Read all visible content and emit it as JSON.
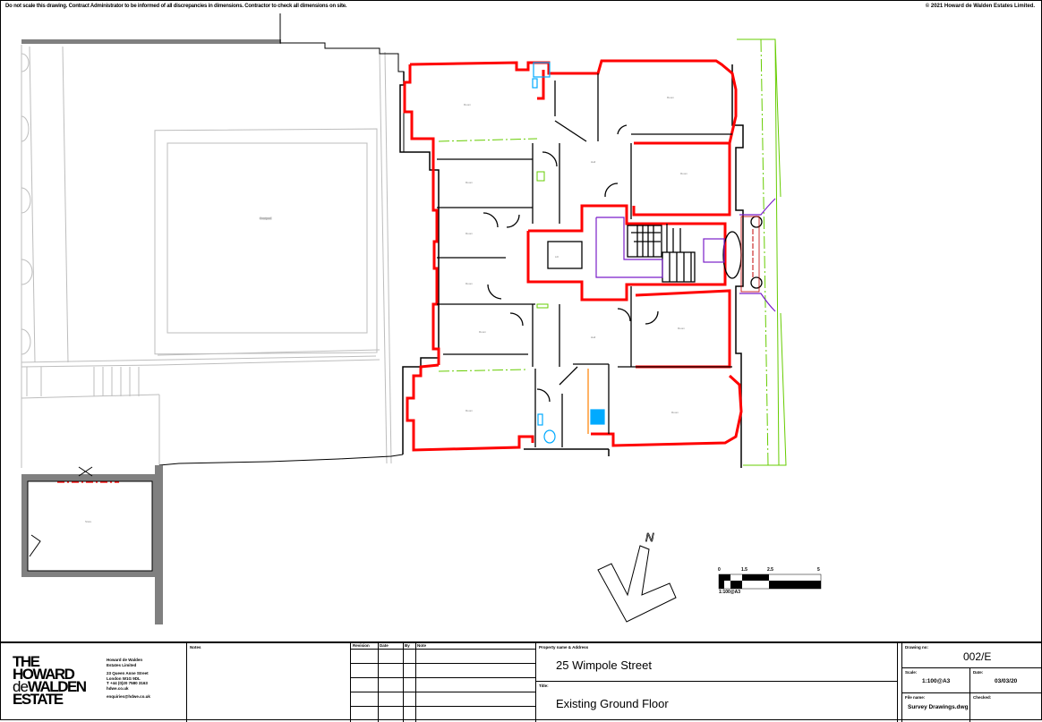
{
  "header": {
    "disclaimer": "Do not scale this drawing. Contract Administrator to be informed of all discrepancies in dimensions. Contractor to check all dimensions on site.",
    "copyright": "© 2021 Howard de Walden Estates Limited."
  },
  "plan": {
    "colors": {
      "existing_wall": "#000000",
      "demise_boundary": "#ff0000",
      "green_line": "#66cc00",
      "purple_line": "#7a1fc9",
      "sanitary": "#00aaff",
      "neighbour": "#bdbdbd",
      "party_wall_fill": "#808080",
      "orange_line": "#ff8000"
    }
  },
  "north_arrow": {
    "label": "N"
  },
  "scale_bar": {
    "ticks": [
      "0",
      "1.5",
      "2.5",
      "5"
    ],
    "caption": "1:100@A3"
  },
  "title_block": {
    "logo": {
      "line1": "THE",
      "line2": "HOWARD",
      "line3_prefix": "de",
      "line3": "WALDEN",
      "line4": "ESTATE"
    },
    "company": {
      "name_line1": "Howard de Walden",
      "name_line2": "Estates Limited",
      "address_line1": "23 Queen Anne Street",
      "address_line2": "London W1G 9DL",
      "phone": "T +44 (0)20 7580 3163",
      "web": "hdwe.co.uk",
      "email": "enquiries@hdwe.co.uk"
    },
    "notes_label": "Notes",
    "revisions": {
      "headers": [
        "Revision",
        "Date",
        "By",
        "Note"
      ],
      "rows": [
        [
          "",
          "",
          "",
          ""
        ],
        [
          "",
          "",
          "",
          ""
        ],
        [
          "",
          "",
          "",
          ""
        ],
        [
          "",
          "",
          "",
          ""
        ],
        [
          "",
          "",
          "",
          ""
        ]
      ]
    },
    "property_label": "Property name & Address",
    "property_value": "25 Wimpole Street",
    "title_label": "Title:",
    "title_value": "Existing Ground Floor",
    "drawing_no_label": "Drawing no:",
    "drawing_no_value": "002/E",
    "scale_label": "Scale:",
    "scale_value": "1:100@A3",
    "date_label": "Date:",
    "date_value": "03/03/20",
    "file_label": "File name:",
    "file_value": "Survey Drawings.dwg",
    "checked_label": "Checked:",
    "checked_value": ""
  }
}
